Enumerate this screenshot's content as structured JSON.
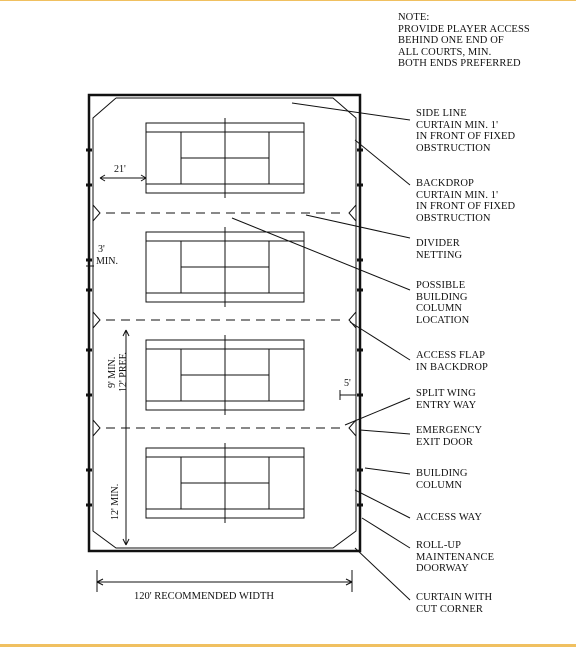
{
  "note": {
    "heading": "NOTE:",
    "lines": [
      "PROVIDE PLAYER ACCESS",
      "BEHIND ONE END OF",
      "ALL COURTS, MIN.",
      "BOTH ENDS PREFERRED"
    ]
  },
  "callouts": [
    {
      "lines": [
        "SIDE LINE",
        "CURTAIN MIN. 1'",
        "IN FRONT OF FIXED",
        "OBSTRUCTION"
      ]
    },
    {
      "lines": [
        "BACKDROP",
        "CURTAIN MIN. 1'",
        "IN FRONT OF FIXED",
        "OBSTRUCTION"
      ]
    },
    {
      "lines": [
        "DIVIDER",
        "NETTING"
      ]
    },
    {
      "lines": [
        "POSSIBLE",
        "BUILDING",
        "COLUMN",
        "LOCATION"
      ]
    },
    {
      "lines": [
        "ACCESS FLAP",
        "IN BACKDROP"
      ]
    },
    {
      "lines": [
        "SPLIT WING",
        "ENTRY WAY"
      ]
    },
    {
      "lines": [
        "EMERGENCY",
        "EXIT DOOR"
      ]
    },
    {
      "lines": [
        "BUILDING",
        "COLUMN"
      ]
    },
    {
      "lines": [
        "ACCESS WAY"
      ]
    },
    {
      "lines": [
        "ROLL-UP",
        "MAINTENANCE",
        "DOORWAY"
      ]
    },
    {
      "lines": [
        "CURTAIN WITH",
        "CUT CORNER"
      ]
    }
  ],
  "dimensions": {
    "d21": "21'",
    "d3min_a": "3'",
    "d3min_b": "MIN.",
    "d9min": "9' MIN.",
    "d12pref": "12' PREF.",
    "d5": "5'",
    "d12min": "12' MIN.",
    "width": "120' RECOMMENDED WIDTH"
  },
  "colors": {
    "frame_accent": "#f0c060",
    "ink": "#111111"
  }
}
